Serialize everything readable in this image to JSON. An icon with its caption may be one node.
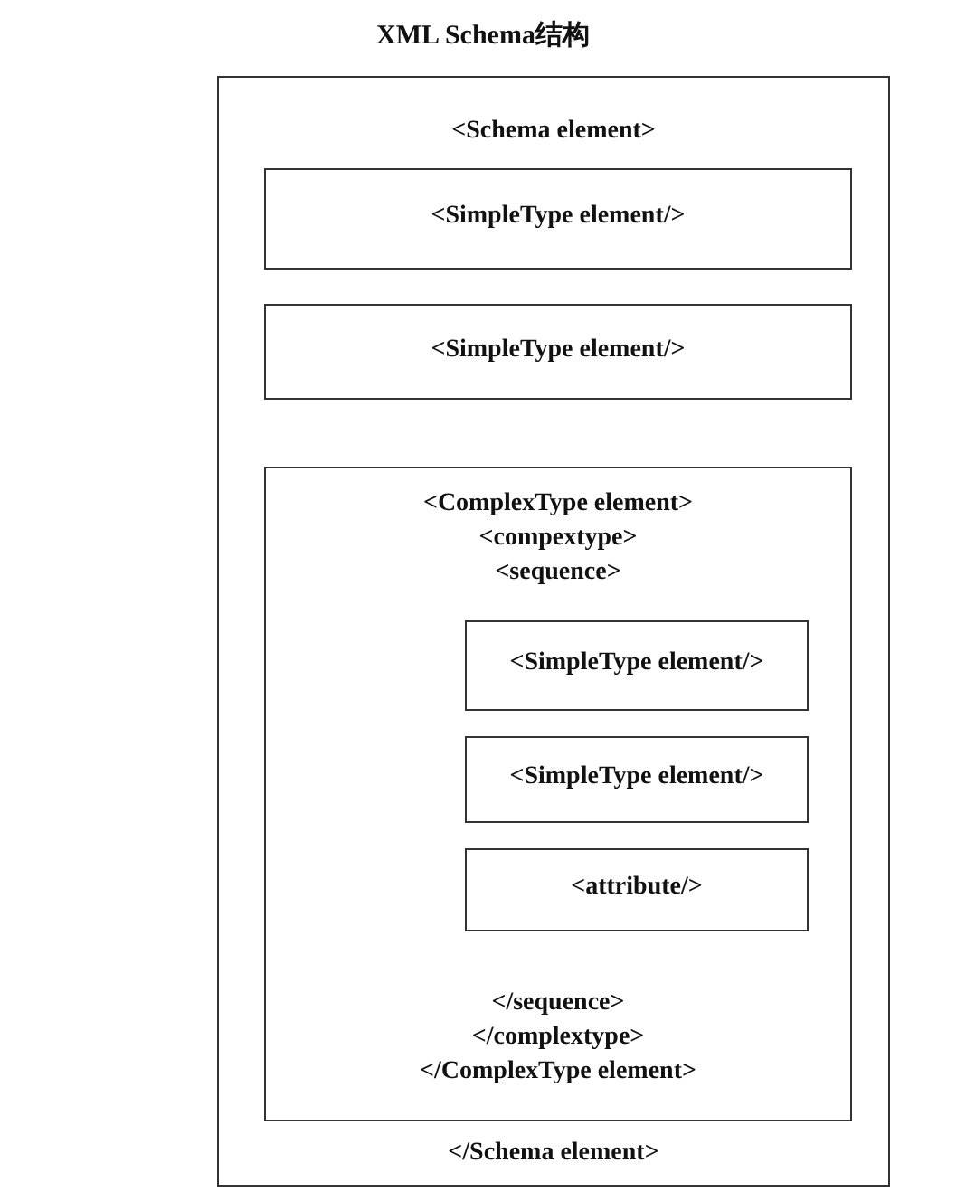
{
  "diagram": {
    "title": "XML Schema结构",
    "nodes": [
      {
        "text": [
          "<Schema element>",
          "</Schema element>"
        ]
      },
      {
        "text": [
          "<SimpleType element/>"
        ],
        "in": 0
      },
      {
        "text": [
          "<SimpleType element/>"
        ],
        "in": 0
      },
      {
        "text": [
          "<ComplexType element>",
          "<compextype>",
          "<sequence>",
          "</sequence>",
          "</complextype>",
          "</ComplexType element>"
        ],
        "in": 0
      },
      {
        "text": [
          "<SimpleType element/>"
        ],
        "in": 3
      },
      {
        "text": [
          "<SimpleType element/>"
        ],
        "in": 3
      },
      {
        "text": [
          "<attribute/>"
        ],
        "in": 3
      }
    ]
  }
}
